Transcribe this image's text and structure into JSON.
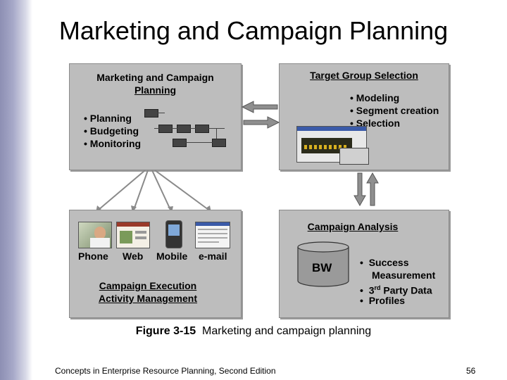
{
  "slide": {
    "title": "Marketing and Campaign Planning",
    "footer_left": "Concepts in Enterprise Resource Planning, Second Edition",
    "page_number": "56"
  },
  "diagram": {
    "planning_panel": {
      "title_line1": "Marketing and Campaign",
      "title_line2": "Planning",
      "items": [
        "• Planning",
        "• Budgeting",
        "• Monitoring"
      ]
    },
    "target_panel": {
      "title": "Target Group Selection",
      "items": [
        "• Modeling",
        "• Segment creation",
        "• Selection"
      ]
    },
    "execution_panel": {
      "channels": [
        "Phone",
        "Web",
        "Mobile",
        "e-mail"
      ],
      "title_line1": "Campaign Execution",
      "title_line2": "Activity Management"
    },
    "analysis_panel": {
      "title": "Campaign Analysis",
      "bw_label": "BW",
      "items": [
        {
          "bullet": "•",
          "text": "Success"
        },
        {
          "bullet": "",
          "text": "Measurement"
        },
        {
          "bullet": "•",
          "text_pre": "3",
          "sup": "rd",
          "text_post": " Party Data"
        },
        {
          "bullet": "•",
          "text": "Profiles"
        }
      ]
    }
  },
  "caption": {
    "figure": "Figure 3-15",
    "text": "Marketing and campaign planning"
  },
  "colors": {
    "panel_bg": "#bdbdbd",
    "stripe": "#8d8fb3"
  }
}
